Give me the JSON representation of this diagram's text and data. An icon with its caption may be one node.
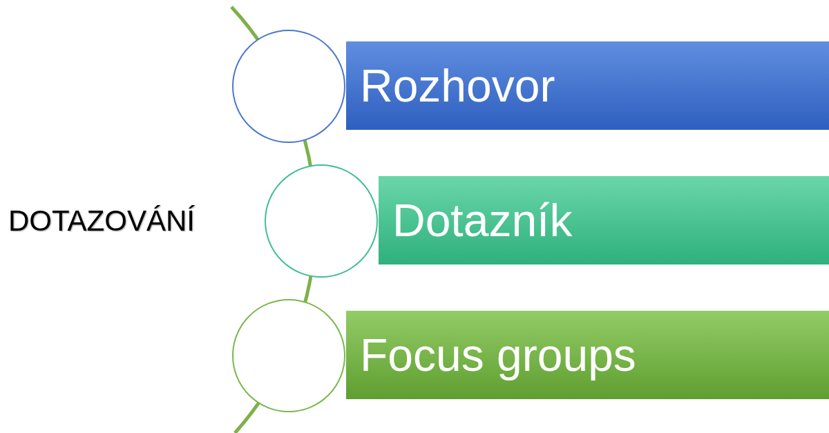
{
  "diagram": {
    "nodes": [
      {
        "text": [],
        "shape": "circle"
      },
      {
        "text": [
          "Rozhovor"
        ]
      },
      {
        "text": [],
        "shape": "circle"
      },
      {
        "text": [
          "Dotazník"
        ]
      },
      {
        "text": [],
        "shape": "circle"
      },
      {
        "text": [
          "Focus groups"
        ]
      }
    ],
    "labels": [
      "DOTAZOVÁNÍ"
    ]
  }
}
